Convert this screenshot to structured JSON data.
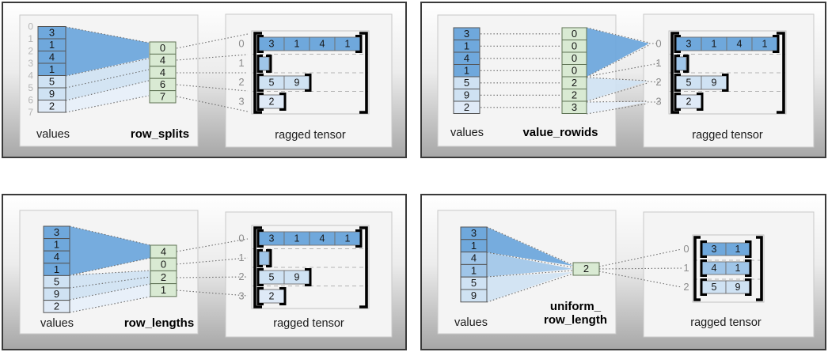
{
  "colors": {
    "dark_blue": "#6fa8dc",
    "medium_blue": "#9fc5e8",
    "light_blue": "#cfe2f3",
    "pale_blue": "#dfeaf7",
    "green": "#d9ead3"
  },
  "q": {
    "row_splits": {
      "values_label": "values",
      "encoder_label": "row_splits",
      "tensor_label": "ragged tensor",
      "value_indices": [
        "0",
        "1",
        "2",
        "3",
        "4",
        "5",
        "6",
        "7"
      ],
      "values": [
        "3",
        "1",
        "4",
        "1",
        "5",
        "9",
        "2"
      ],
      "encoding": [
        "0",
        "4",
        "4",
        "6",
        "7"
      ],
      "row_indices": [
        "0",
        "1",
        "2",
        "3"
      ],
      "tensor_rows": [
        [
          "3",
          "1",
          "4",
          "1"
        ],
        [],
        [
          "5",
          "9"
        ],
        [
          "2"
        ]
      ]
    },
    "value_rowids": {
      "values_label": "values",
      "encoder_label": "value_rowids",
      "tensor_label": "ragged tensor",
      "values": [
        "3",
        "1",
        "4",
        "1",
        "5",
        "9",
        "2"
      ],
      "encoding": [
        "0",
        "0",
        "0",
        "0",
        "2",
        "2",
        "3"
      ],
      "row_indices": [
        "0",
        "1",
        "2",
        "3"
      ],
      "tensor_rows": [
        [
          "3",
          "1",
          "4",
          "1"
        ],
        [],
        [
          "5",
          "9"
        ],
        [
          "2"
        ]
      ]
    },
    "row_lengths": {
      "values_label": "values",
      "encoder_label": "row_lengths",
      "tensor_label": "ragged tensor",
      "values": [
        "3",
        "1",
        "4",
        "1",
        "5",
        "9",
        "2"
      ],
      "encoding": [
        "4",
        "0",
        "2",
        "1"
      ],
      "row_indices": [
        "0",
        "1",
        "2",
        "3"
      ],
      "tensor_rows": [
        [
          "3",
          "1",
          "4",
          "1"
        ],
        [],
        [
          "5",
          "9"
        ],
        [
          "2"
        ]
      ]
    },
    "uniform_row_length": {
      "values_label": "values",
      "encoder_label_line1": "uniform_",
      "encoder_label_line2": "row_length",
      "tensor_label": "ragged tensor",
      "values": [
        "3",
        "1",
        "4",
        "1",
        "5",
        "9"
      ],
      "encoding": [
        "2"
      ],
      "row_indices": [
        "0",
        "1",
        "2"
      ],
      "tensor_rows": [
        [
          "3",
          "1"
        ],
        [
          "4",
          "1"
        ],
        [
          "5",
          "9"
        ]
      ]
    }
  }
}
